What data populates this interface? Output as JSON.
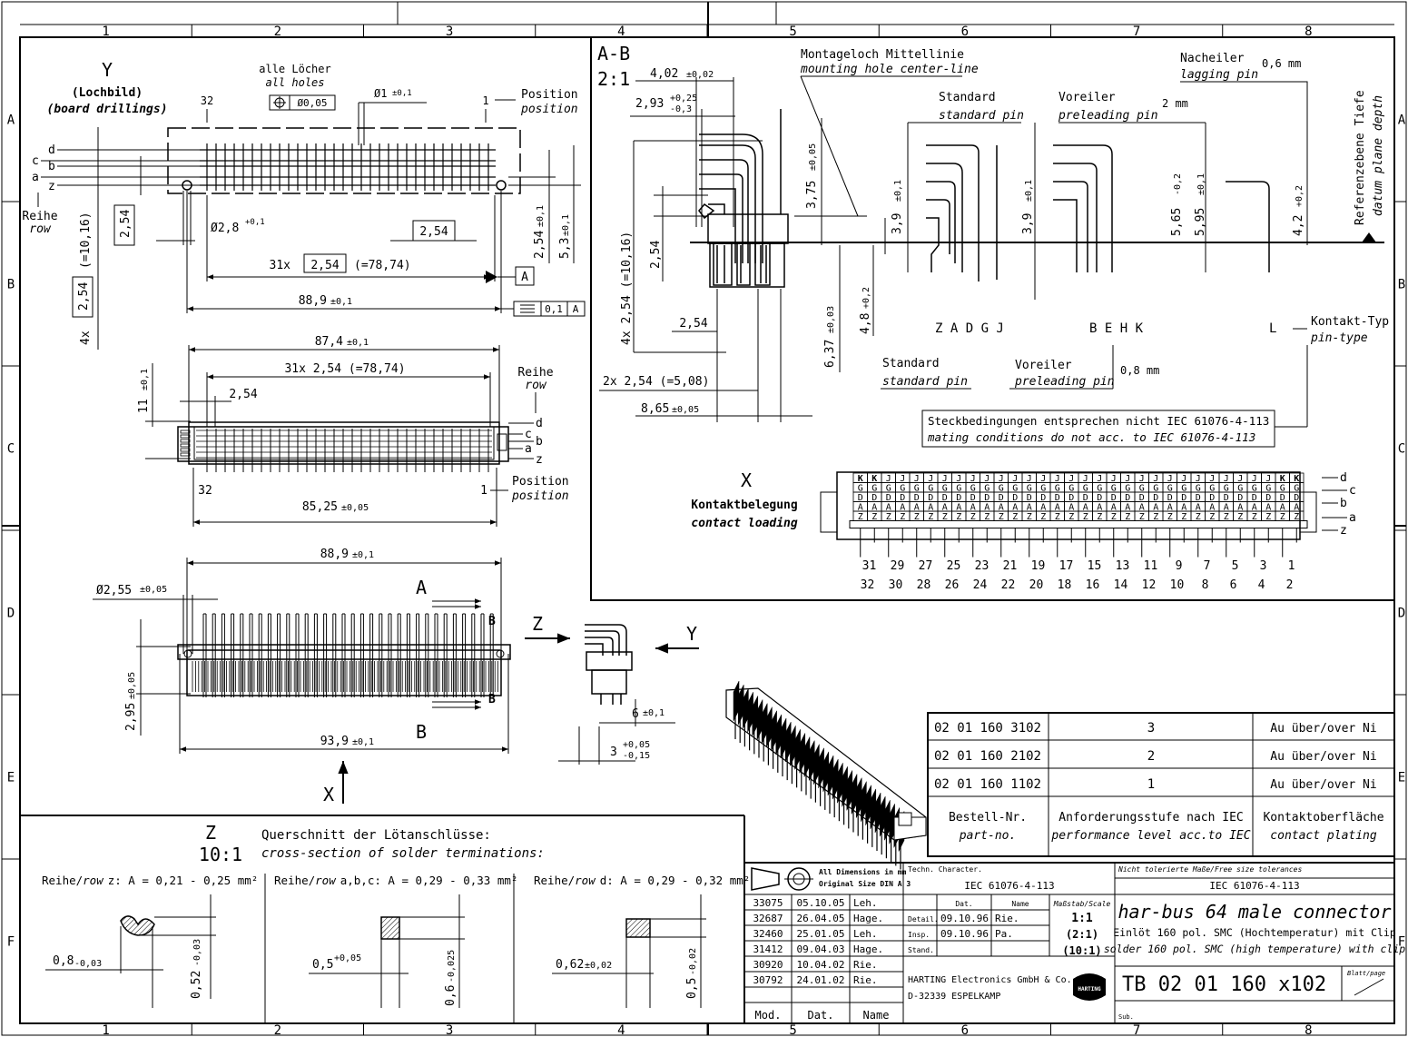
{
  "grid": {
    "columns": [
      "1",
      "2",
      "3",
      "4",
      "5",
      "6",
      "7",
      "8"
    ],
    "rows": [
      "A",
      "B",
      "C",
      "D",
      "E",
      "F"
    ]
  },
  "view_y": {
    "letter": "Y",
    "title_de": "(Lochbild)",
    "title_en": "(board drillings)",
    "all_holes_de": "alle Löcher",
    "all_holes_en": "all holes",
    "hole_tol": "Ø0,05",
    "hole_dia": "Ø1",
    "hole_dia_tol": "±0,1",
    "pos_32": "32",
    "pos_1": "1",
    "position_de": "Position",
    "position_en": "position",
    "row_d": "d",
    "row_c": "c",
    "row_b": "b",
    "row_a": "a",
    "row_z": "z",
    "reihe_de": "Reihe",
    "reihe_en": "row",
    "dim_254_v": "2,54",
    "dim_4x_prefix": "4x",
    "dim_4x_box": "2,54",
    "dim_4x_suffix": "(=10,16)",
    "dim_phi28": "Ø2,8",
    "dim_phi28_tol": "+0,1",
    "dim_254_box": "2,54",
    "dim_31x_prefix": "31x",
    "dim_31x_box": "2,54",
    "dim_31x_suffix": "(=78,74)",
    "datum_a": "A",
    "dim_889": "88,9",
    "dim_889_tol": "±0,1",
    "flatness": "0,1",
    "flatness_ref": "A",
    "dim_254_r": "2,54",
    "dim_254_r_tol": "±0,1",
    "dim_53": "5,3",
    "dim_53_tol": "±0,1"
  },
  "top_view": {
    "dim_874": "87,4",
    "dim_874_tol": "±0,1",
    "dim_31x": "31x 2,54 (=78,74)",
    "dim_11": "11",
    "dim_11_tol": "±0,1",
    "dim_254": "2,54",
    "reihe_de": "Reihe",
    "reihe_en": "row",
    "row_d": "d",
    "row_c": "c",
    "row_b": "b",
    "row_a": "a",
    "row_z": "z",
    "pos_32": "32",
    "pos_1": "1",
    "position_de": "Position",
    "position_en": "position",
    "dim_8525": "85,25",
    "dim_8525_tol": "±0,05"
  },
  "front_view": {
    "dim_889": "88,9",
    "dim_889_tol": "±0,1",
    "dim_phi255": "Ø2,55",
    "dim_phi255_tol": "±0,05",
    "section_a": "A",
    "section_b": "B",
    "dim_295": "2,95",
    "dim_295_tol": "±0,05",
    "dim_939": "93,9",
    "dim_939_tol": "±0,1",
    "view_x": "X"
  },
  "side_view": {
    "view_z": "Z",
    "view_y": "Y",
    "dim_6": "6",
    "dim_6_tol": "±0,1",
    "dim_3": "3",
    "dim_3_tol_up": "+0,05",
    "dim_3_tol_dn": "-0,15"
  },
  "section_ab": {
    "title": "A-B",
    "scale": "2:1",
    "dim_402": "4,02",
    "dim_402_tol": "±0,02",
    "dim_293": "2,93",
    "dim_293_up": "+0,25",
    "dim_293_dn": "-0,3",
    "mount_de": "Montageloch Mittellinie",
    "mount_en": "mounting hole center-line",
    "dim_375": "3,75",
    "dim_375_tol": "±0,05",
    "dim_254": "2,54",
    "dim_4x": "4x 2,54 (=10,16)",
    "dim_254b": "2,54",
    "dim_637": "6,37",
    "dim_637_tol": "±0,03",
    "dim_48": "4,8",
    "dim_48_tol": "+0,2",
    "dim_2x": "2x 2,54 (=5,08)",
    "dim_865": "8,65",
    "dim_865_tol": "±0,05",
    "standard_de": "Standard",
    "standard_en": "standard pin",
    "voreiler_de": "Voreiler",
    "voreiler_en": "preleading pin",
    "voreiler_val": "2 mm",
    "nacheiler_de": "Nacheiler",
    "nacheiler_en": "lagging pin",
    "nacheiler_val": "0,6 mm",
    "ref_de": "Referenzebene Tiefe",
    "ref_en": "datum plane depth",
    "dim_39a": "3,9",
    "dim_39a_tol": "±0,1",
    "dim_39b": "3,9",
    "dim_39b_tol": "±0,1",
    "dim_565": "5,65",
    "dim_565_tol": "-0,2",
    "dim_595": "5,95",
    "dim_595_tol": "±0,1",
    "dim_42": "4,2",
    "dim_42_tol": "+0,2",
    "group1": "Z A D G J",
    "group2": "B E H K",
    "group3": "L",
    "ktype_de": "Kontakt-Typ",
    "ktype_en": "pin-type",
    "standard2_de": "Standard",
    "standard2_en": "standard pin",
    "voreiler2_de": "Voreiler",
    "voreiler2_en": "preleading pin",
    "voreiler2_val": "0,8 mm",
    "note_de": "Steckbedingungen entsprechen nicht IEC 61076-4-113",
    "note_en": "mating conditions do not acc. to IEC 61076-4-113"
  },
  "contact_loading": {
    "letter": "X",
    "title_de": "Kontaktbelegung",
    "title_en": "contact loading",
    "row_d": [
      "K",
      "K",
      "J",
      "J",
      "J",
      "J",
      "J",
      "J",
      "J",
      "J",
      "J",
      "J",
      "J",
      "J",
      "J",
      "J",
      "J",
      "J",
      "J",
      "J",
      "J",
      "J",
      "J",
      "J",
      "J",
      "J",
      "J",
      "J",
      "J",
      "J",
      "K",
      "K"
    ],
    "row_c": [
      "G",
      "G",
      "G",
      "G",
      "G",
      "G",
      "G",
      "G",
      "G",
      "G",
      "G",
      "G",
      "G",
      "G",
      "G",
      "G",
      "G",
      "G",
      "G",
      "G",
      "G",
      "G",
      "G",
      "G",
      "G",
      "G",
      "G",
      "G",
      "G",
      "G",
      "G",
      "G"
    ],
    "row_b": [
      "D",
      "D",
      "D",
      "D",
      "D",
      "D",
      "D",
      "D",
      "D",
      "D",
      "D",
      "D",
      "D",
      "D",
      "D",
      "D",
      "D",
      "D",
      "D",
      "D",
      "D",
      "D",
      "D",
      "D",
      "D",
      "D",
      "D",
      "D",
      "D",
      "D",
      "D",
      "D"
    ],
    "row_a": [
      "A",
      "A",
      "A",
      "A",
      "A",
      "A",
      "A",
      "A",
      "A",
      "A",
      "A",
      "A",
      "A",
      "A",
      "A",
      "A",
      "A",
      "A",
      "A",
      "A",
      "A",
      "A",
      "A",
      "A",
      "A",
      "A",
      "A",
      "A",
      "A",
      "A",
      "A",
      "A"
    ],
    "row_z": [
      "Z",
      "Z",
      "Z",
      "Z",
      "Z",
      "Z",
      "Z",
      "Z",
      "Z",
      "Z",
      "Z",
      "Z",
      "Z",
      "Z",
      "Z",
      "Z",
      "Z",
      "Z",
      "Z",
      "Z",
      "Z",
      "Z",
      "Z",
      "Z",
      "Z",
      "Z",
      "Z",
      "Z",
      "Z",
      "Z",
      "Z",
      "Z"
    ],
    "labels_upper": [
      "31",
      "29",
      "27",
      "25",
      "23",
      "21",
      "19",
      "17",
      "15",
      "13",
      "11",
      "9",
      "7",
      "5",
      "3",
      "1"
    ],
    "labels_lower": [
      "32",
      "30",
      "28",
      "26",
      "24",
      "22",
      "20",
      "18",
      "16",
      "14",
      "12",
      "10",
      "8",
      "6",
      "4",
      "2"
    ],
    "rows": [
      "d",
      "c",
      "b",
      "a",
      "z"
    ]
  },
  "cross_section": {
    "letter": "Z",
    "scale": "10:1",
    "title_de": "Querschnitt der Lötanschlüsse:",
    "title_en": "cross-section of solder terminations:",
    "z_label_pre": "Reihe/",
    "z_label_row": "row",
    "z_label_val": "z: A = 0,21 - 0,25 mm²",
    "abc_label_val": "a,b,c: A = 0,29 - 0,33 mm²",
    "d_label_val": "d: A = 0,29 - 0,32 mm²",
    "z_w": "0,8",
    "z_w_tol": "-0,03",
    "z_h": "0,52",
    "z_h_tol": "-0,03",
    "abc_w": "0,5",
    "abc_w_tol": "+0,05",
    "abc_h": "0,6",
    "abc_h_tol": "-0,025",
    "d_w": "0,62",
    "d_w_tol": "±0,02",
    "d_h": "0,5",
    "d_h_tol": "-0,02"
  },
  "parts_table": {
    "rows": [
      {
        "part": "02 01 160 3102",
        "level": "3",
        "plating": "Au über/over Ni"
      },
      {
        "part": "02 01 160 2102",
        "level": "2",
        "plating": "Au über/over Ni"
      },
      {
        "part": "02 01 160 1102",
        "level": "1",
        "plating": "Au über/over Ni"
      }
    ],
    "h_part_de": "Bestell-Nr.",
    "h_part_en": "part-no.",
    "h_level_de": "Anforderungsstufe nach IEC",
    "h_level_en": "performance level acc.to IEC",
    "h_plating_de": "Kontaktoberfläche",
    "h_plating_en": "contact plating"
  },
  "title_block": {
    "dims_note_1": "All Dimensions in mm",
    "dims_note_2": "Original Size DIN A 3",
    "techn": "Techn. Character.",
    "techn_val": "IEC 61076-4-113",
    "tol_note": "Nicht tolerierte Maße/Free size tolerances",
    "tol_val": "IEC 61076-4-113",
    "revisions": [
      {
        "no": "33075",
        "date": "05.10.05",
        "name": "Leh."
      },
      {
        "no": "32687",
        "date": "26.04.05",
        "name": "Hage."
      },
      {
        "no": "32460",
        "date": "25.01.05",
        "name": "Leh."
      },
      {
        "no": "31412",
        "date": "09.04.03",
        "name": "Hage."
      },
      {
        "no": "30920",
        "date": "10.04.02",
        "name": "Rie."
      },
      {
        "no": "30792",
        "date": "24.01.02",
        "name": "Rie."
      }
    ],
    "mod": "Mod.",
    "dat": "Dat.",
    "name": "Name",
    "h_dat": "Dat.",
    "h_name": "Name",
    "h_scale": "Maßstab/Scale",
    "detail": "Detail.",
    "detail_date": "09.10.96",
    "detail_name": "Rie.",
    "insp": "Insp.",
    "insp_date": "09.10.96",
    "insp_name": "Pa.",
    "stand": "Stand.",
    "scale_1": "1:1",
    "scale_2": "(2:1)",
    "scale_3": "(10:1)",
    "company_1": "HARTING Electronics GmbH & Co. KG",
    "company_2": "D-32339 ESPELKAMP",
    "logo": "HARTING",
    "product": "har-bus 64 male connector",
    "desc_de": "Einlöt 160 pol. SMC (Hochtemperatur) mit Clip",
    "desc_en": "solder 160 pol. SMC (high temperature) with clip",
    "drawing_no": "TB  02 01 160 x102",
    "sheet_label": "Blatt/page",
    "sub": "Sub."
  }
}
